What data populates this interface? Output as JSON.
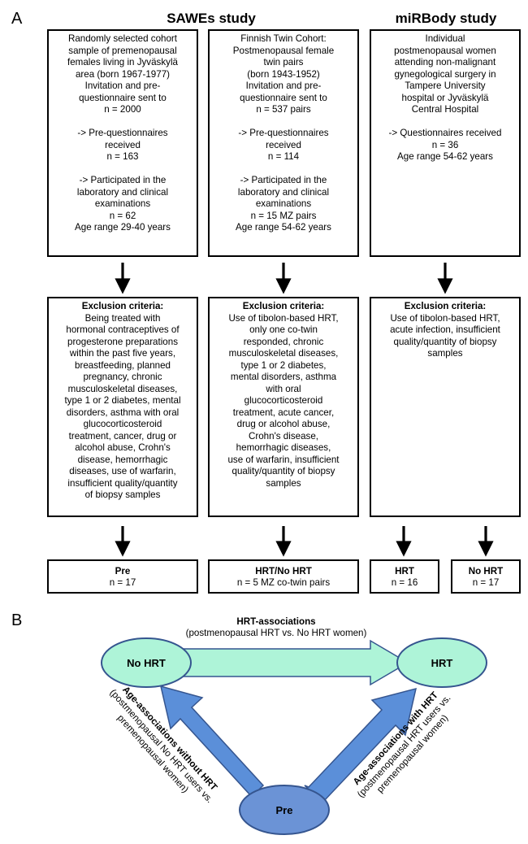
{
  "panel_a": {
    "letter": "A",
    "sawes_title": "SAWEs study",
    "mirbody_title": "miRBody study",
    "cohort_boxes": [
      {
        "lines": [
          "Randomly selected cohort",
          "sample of premenopausal",
          "females living in Jyväskylä",
          "area (born 1967-1977)",
          "Invitation and pre-",
          "questionnaire sent to",
          "n = 2000",
          "",
          "-> Pre-questionnaires",
          "received",
          "n = 163",
          "",
          "-> Participated in the",
          "laboratory and clinical",
          "examinations",
          "n = 62",
          "Age range 29-40 years"
        ]
      },
      {
        "lines": [
          "Finnish Twin Cohort:",
          "Postmenopausal female",
          "twin pairs",
          "(born 1943-1952)",
          "Invitation and pre-",
          "questionnaire sent to",
          "n = 537 pairs",
          "",
          "-> Pre-questionnaires",
          "received",
          "n = 114",
          "",
          "-> Participated in the",
          "laboratory and clinical",
          "examinations",
          "n = 15 MZ pairs",
          "Age range 54-62 years"
        ]
      },
      {
        "lines": [
          "Individual",
          "postmenopausal women",
          "attending non-malignant",
          "gynegological surgery in",
          "Tampere University",
          "hospital or Jyväskylä",
          "Central Hospital",
          "",
          "-> Questionnaires received",
          "n = 36",
          "Age range 54-62 years"
        ]
      }
    ],
    "exclusion_boxes": [
      {
        "title": "Exclusion criteria:",
        "lines": [
          "Being treated with",
          "hormonal contraceptives of",
          "progesterone preparations",
          "within the past five years,",
          "breastfeeding, planned",
          "pregnancy, chronic",
          "musculoskeletal diseases,",
          "type 1 or 2 diabetes, mental",
          "disorders, asthma with oral",
          "glucocorticosteroid",
          "treatment, cancer, drug or",
          "alcohol abuse, Crohn's",
          "disease, hemorrhagic",
          "diseases, use of warfarin,",
          "insufficient quality/quantity",
          "of biopsy samples"
        ]
      },
      {
        "title": "Exclusion criteria:",
        "lines": [
          "Use of tibolon-based HRT,",
          "only one co-twin",
          "responded, chronic",
          "musculoskeletal diseases,",
          "type 1 or 2 diabetes,",
          "mental disorders, asthma",
          "with oral",
          "glucocorticosteroid",
          "treatment, acute cancer,",
          "drug or alcohol abuse,",
          "Crohn's disease,",
          "hemorrhagic diseases,",
          "use of warfarin, insufficient",
          "quality/quantity of biopsy",
          "samples"
        ]
      },
      {
        "title": "Exclusion criteria:",
        "lines": [
          "Use of tibolon-based HRT,",
          "acute infection, insufficient",
          "quality/quantity of biopsy",
          "samples"
        ]
      }
    ],
    "result_boxes": [
      {
        "title": "Pre",
        "value": "n = 17"
      },
      {
        "title": "HRT/No HRT",
        "value": "n = 5 MZ co-twin pairs"
      },
      {
        "title": "HRT",
        "value": "n = 16"
      },
      {
        "title": "No HRT",
        "value": "n = 17"
      }
    ]
  },
  "panel_b": {
    "letter": "B",
    "nodes": {
      "no_hrt": "No HRT",
      "hrt": "HRT",
      "pre": "Pre"
    },
    "hrt_assoc_title": "HRT-associations",
    "hrt_assoc_sub": "(postmenopausal HRT vs. No HRT women)",
    "left_title": "Age-associations without HRT",
    "left_sub1": "(postmenopausal No HRT users vs.",
    "left_sub2": "premenopausal women)",
    "right_title": "Age-associations with HRT",
    "right_sub1": "(postmenopausal HRT users vs.",
    "right_sub2": "premenopausal women)",
    "colors": {
      "ellipse_fill": "#6b93d6",
      "ellipse_green": "#aef4d8",
      "arrow_blue": "#5b8fd9",
      "arrow_green": "#aef4d8",
      "stroke": "#35558f"
    }
  }
}
